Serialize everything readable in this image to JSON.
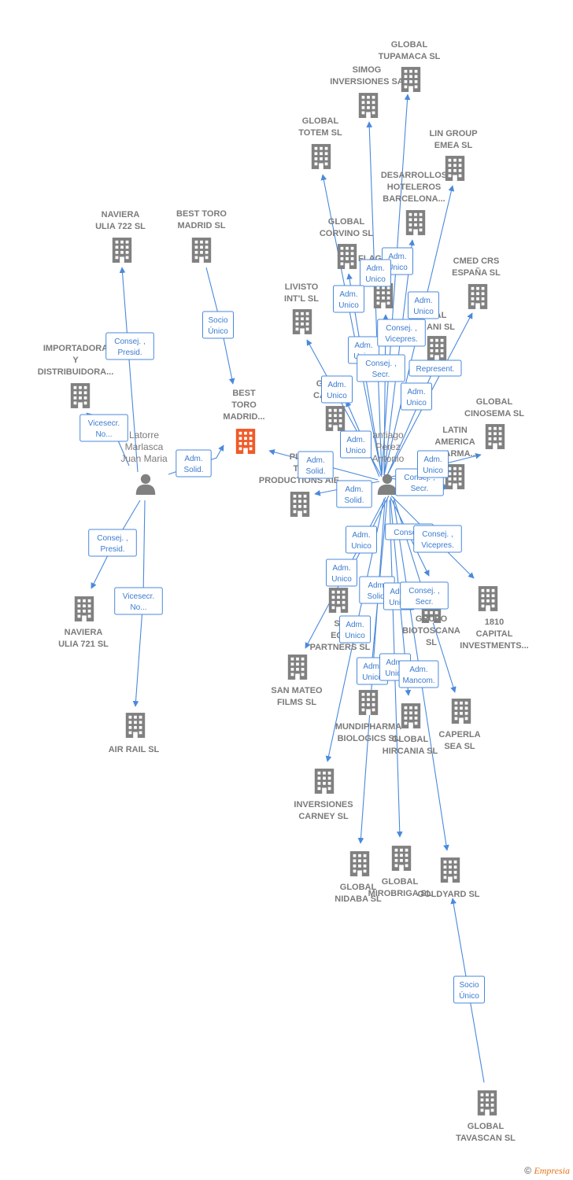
{
  "nodes": {
    "naviera722": {
      "type": "company",
      "lines": [
        "NAVIERA",
        "ULIA 722  SL"
      ]
    },
    "besttoro_top": {
      "type": "company",
      "lines": [
        "BEST TORO",
        "MADRID  SL"
      ]
    },
    "importadora": {
      "type": "company",
      "lines": [
        "IMPORTADORA",
        "Y",
        "DISTRIBUIDORA..."
      ]
    },
    "besttoro_focus": {
      "type": "focus",
      "lines": [
        "BEST",
        "TORO",
        "MADRID..."
      ]
    },
    "latorre": {
      "type": "person",
      "lines": [
        "Latorre",
        "Marlasca",
        "Juan Maria"
      ]
    },
    "naviera721": {
      "type": "company",
      "lines": [
        "NAVIERA",
        "ULIA 721  SL"
      ]
    },
    "airrail": {
      "type": "company",
      "lines": [
        "AIR RAIL SL"
      ]
    },
    "tupamaca": {
      "type": "company",
      "lines": [
        "GLOBAL",
        "TUPAMACA SL"
      ]
    },
    "simog": {
      "type": "company",
      "lines": [
        "SIMOG",
        "INVERSIONES SA"
      ]
    },
    "totem": {
      "type": "company",
      "lines": [
        "GLOBAL",
        "TOTEM  SL"
      ]
    },
    "lingroup": {
      "type": "company",
      "lines": [
        "LIN GROUP",
        "EMEA  SL"
      ]
    },
    "desarrollos": {
      "type": "company",
      "lines": [
        "DESARROLLOS",
        "HOTELEROS",
        "BARCELONA..."
      ]
    },
    "corvino": {
      "type": "company",
      "lines": [
        "GLOBAL",
        "CORVINO SL"
      ]
    },
    "flag": {
      "type": "company",
      "lines": [
        "FLAG"
      ]
    },
    "cmed": {
      "type": "company",
      "lines": [
        "CMED CRS",
        "ESPAÑA  SL"
      ]
    },
    "livisto": {
      "type": "company",
      "lines": [
        "LIVISTO",
        "INT'L  SL"
      ]
    },
    "globalani": {
      "type": "company",
      "lines": [
        "AL",
        "ANI  SL"
      ]
    },
    "gca": {
      "type": "company",
      "lines": [
        "G",
        "CA"
      ]
    },
    "cinosema": {
      "type": "company",
      "lines": [
        "GLOBAL",
        "CINOSEMA SL"
      ]
    },
    "santiago": {
      "type": "person",
      "lines": [
        "antiago",
        "Perez",
        "Antonio"
      ]
    },
    "latinamerica": {
      "type": "company",
      "lines": [
        "LATIN",
        "AMERICA",
        "PHARMA..."
      ]
    },
    "piel": {
      "type": "company",
      "lines": [
        "PIEL",
        "TO",
        "PRODUCTIONS AIE"
      ]
    },
    "capital1810": {
      "type": "company",
      "lines": [
        "1810",
        "CAPITAL",
        "INVESTMENTS..."
      ]
    },
    "s8": {
      "type": "company",
      "lines": [
        "S&",
        "EQU",
        "PARTNERS  SL"
      ]
    },
    "biotoscana": {
      "type": "company",
      "lines": [
        "GRUPO",
        "BIOTOSCANA",
        "SL"
      ]
    },
    "sanmateo": {
      "type": "company",
      "lines": [
        "SAN MATEO",
        "FILMS SL"
      ]
    },
    "mundipharma": {
      "type": "company",
      "lines": [
        "MUNDIPHARMA",
        "BIOLOGICS  SL"
      ]
    },
    "hircania": {
      "type": "company",
      "lines": [
        "GLOBAL",
        "HIRCANIA  SL"
      ]
    },
    "caperla": {
      "type": "company",
      "lines": [
        "CAPERLA",
        "SEA SL"
      ]
    },
    "carney": {
      "type": "company",
      "lines": [
        "INVERSIONES",
        "CARNEY SL"
      ]
    },
    "nidaba": {
      "type": "company",
      "lines": [
        "GLOBAL",
        "NIDABA  SL"
      ]
    },
    "mirobriga": {
      "type": "company",
      "lines": [
        "GLOBAL",
        "MIROBRIGA SL"
      ]
    },
    "goldyard": {
      "type": "company",
      "lines": [
        "GOLDYARD SL"
      ]
    },
    "tavascan": {
      "type": "company",
      "lines": [
        "GLOBAL",
        "TAVASCAN  SL"
      ]
    }
  },
  "roles": [
    {
      "lines": [
        "Consej. ,",
        "Presid."
      ]
    },
    {
      "lines": [
        "Socio",
        "Único"
      ]
    },
    {
      "lines": [
        "Vicesecr.",
        "No..."
      ]
    },
    {
      "lines": [
        "Adm.",
        "Solid."
      ]
    },
    {
      "lines": [
        "Consej. ,",
        "Presid."
      ]
    },
    {
      "lines": [
        "Vicesecr.",
        "No..."
      ]
    },
    {
      "lines": [
        "Adm.",
        "Unico"
      ]
    },
    {
      "lines": [
        "Adm.",
        "Unico"
      ]
    },
    {
      "lines": [
        "Adm.",
        "Unico"
      ]
    },
    {
      "lines": [
        "Adm.",
        "Unico"
      ]
    },
    {
      "lines": [
        "Consej. ,",
        "Vicepres."
      ]
    },
    {
      "lines": [
        "Consej. ,",
        "Secr."
      ]
    },
    {
      "lines": [
        "Represent."
      ]
    },
    {
      "lines": [
        "Adm.",
        "Unico"
      ]
    },
    {
      "lines": [
        "Adm.",
        "Unico"
      ]
    },
    {
      "lines": [
        "Adm.",
        "Unico"
      ]
    },
    {
      "lines": [
        "Adm.",
        "Unico"
      ]
    },
    {
      "lines": [
        "Adm.",
        "Solid."
      ]
    },
    {
      "lines": [
        "Adm.",
        "Solid."
      ]
    },
    {
      "lines": [
        "Adm.",
        "Unico"
      ]
    },
    {
      "lines": [
        "Consej. ,",
        "Secr."
      ]
    },
    {
      "lines": [
        "Adm.",
        "Unico"
      ]
    },
    {
      "lines": [
        "Consej. ,"
      ]
    },
    {
      "lines": [
        "Consej. ,",
        "Vicepres."
      ]
    },
    {
      "lines": [
        "Adm.",
        "Unico"
      ]
    },
    {
      "lines": [
        "Adm.",
        "Solid."
      ]
    },
    {
      "lines": [
        "Adm.",
        "Unico"
      ]
    },
    {
      "lines": [
        "Consej. ,",
        "Secr."
      ]
    },
    {
      "lines": [
        "Adm.",
        "Unico"
      ]
    },
    {
      "lines": [
        "Adm.",
        "Unico"
      ]
    },
    {
      "lines": [
        "Adm.",
        "Unico"
      ]
    },
    {
      "lines": [
        "Adm.",
        "Mancom."
      ]
    },
    {
      "lines": [
        "Socio",
        "Único"
      ]
    }
  ],
  "footer": {
    "copyright": "©",
    "brand": "Empresia"
  },
  "colors": {
    "edge": "#4a89dc",
    "building": "#808080",
    "focus": "#f05a28",
    "label": "#7a7a7a"
  }
}
